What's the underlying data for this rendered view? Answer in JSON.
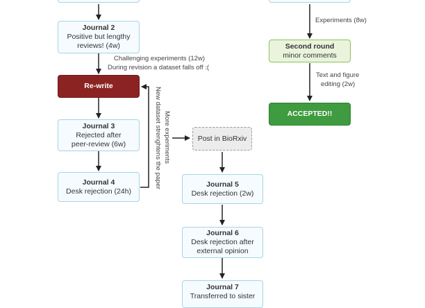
{
  "nodes": {
    "journal2": {
      "title": "Journal 2",
      "line1": "Positive but lengthy",
      "line2": "reviews! (4w)"
    },
    "rewrite": {
      "label": "Re-write"
    },
    "journal3": {
      "title": "Journal 3",
      "line1": "Rejected after",
      "line2": "peer-review (6w)"
    },
    "journal4": {
      "title": "Journal 4",
      "line1": "Desk rejection (24h)"
    },
    "biorxiv": {
      "label": "Post in BioRxiv"
    },
    "journal5": {
      "title": "Journal 5",
      "line1": "Desk rejection (2w)"
    },
    "journal6": {
      "title": "Journal 6",
      "line1": "Desk rejection after",
      "line2": "external opinion"
    },
    "journal7": {
      "title": "Journal 7",
      "line1": "Transferred to sister"
    },
    "second_round": {
      "title": "Second round",
      "line1": "minor comments"
    },
    "accepted": {
      "label": "ACCEPTED!!"
    }
  },
  "edge_labels": {
    "challenging_1": "Challenging experiments (12w)",
    "challenging_2": "During revision a dataset falls off :(",
    "more_exp_1": "More experiments",
    "more_exp_2": "New dataset strenghtens the paper",
    "experiments": "Experiments (8w)",
    "text_fig_1": "Text and figure",
    "text_fig_2": "editing (2w)"
  },
  "colors": {
    "box_border": "#a9d3e6",
    "rewrite_fill": "#8b2323",
    "second_round_fill": "#eaf4dc",
    "accepted_fill": "#3f9b3f",
    "biorxiv_fill": "#ececec"
  }
}
